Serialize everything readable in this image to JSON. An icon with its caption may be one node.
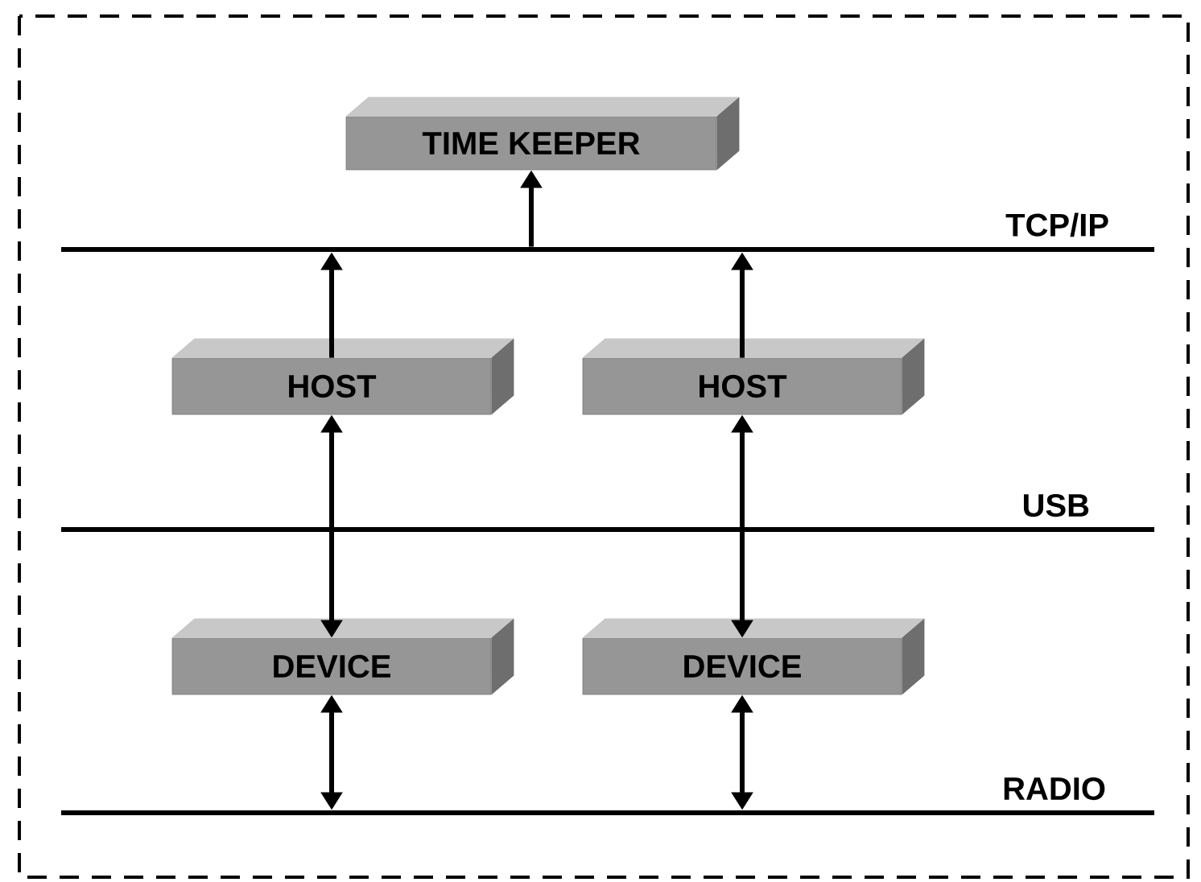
{
  "diagram": {
    "nodes": [
      {
        "text": [
          "TIME KEEPER"
        ]
      },
      {
        "text": [],
        "shape": "bar",
        "beside": [
          "TCP/IP"
        ]
      },
      {
        "text": [
          "HOST"
        ]
      },
      {
        "text": [
          "HOST"
        ]
      },
      {
        "text": [],
        "shape": "bar",
        "beside": [
          "USB"
        ]
      },
      {
        "text": [
          "DEVICE"
        ]
      },
      {
        "text": [
          "DEVICE"
        ]
      },
      {
        "text": [],
        "shape": "bar",
        "beside": [
          "RADIO"
        ]
      }
    ],
    "edges": [
      {
        "from": 1,
        "to": 0,
        "arrow": "to"
      },
      {
        "from": 2,
        "to": 1,
        "arrow": "to"
      },
      {
        "from": 3,
        "to": 1,
        "arrow": "to"
      },
      {
        "from": 2,
        "to": 5,
        "arrow": "both"
      },
      {
        "from": 3,
        "to": 6,
        "arrow": "both"
      },
      {
        "from": 5,
        "to": 7,
        "arrow": "both"
      },
      {
        "from": 6,
        "to": 7,
        "arrow": "both"
      }
    ]
  }
}
